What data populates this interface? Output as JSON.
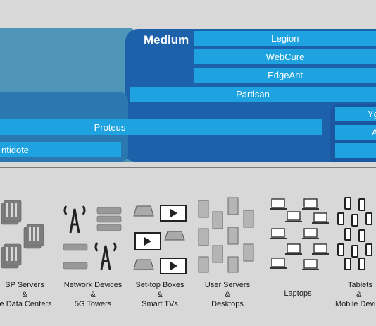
{
  "medium_label": "Medium",
  "bars": {
    "legion": "Legion",
    "webcure": "WebCure",
    "edgeant": "EdgeAnt",
    "partisan": "Partisan",
    "proteus": "Proteus",
    "antidote": "ntidote",
    "right1": "Yg",
    "right2": "A"
  },
  "categories": [
    {
      "line1": "SP Servers",
      "line2": "&",
      "line3": "te Data Centers"
    },
    {
      "line1": "Network Devices",
      "line2": "&",
      "line3": "5G Towers"
    },
    {
      "line1": "Set-top Boxes",
      "line2": "&",
      "line3": "Smart TVs"
    },
    {
      "line1": "User Servers",
      "line2": "&",
      "line3": "Desktops"
    },
    {
      "line1": "Laptops",
      "line2": "",
      "line3": ""
    },
    {
      "line1": "Tablets",
      "line2": "&",
      "line3": "Mobile Devic"
    }
  ],
  "colors": {
    "bar": "#1fa3e0",
    "medium_block": "#1d61aa",
    "teal_block": "#4e95b7"
  }
}
